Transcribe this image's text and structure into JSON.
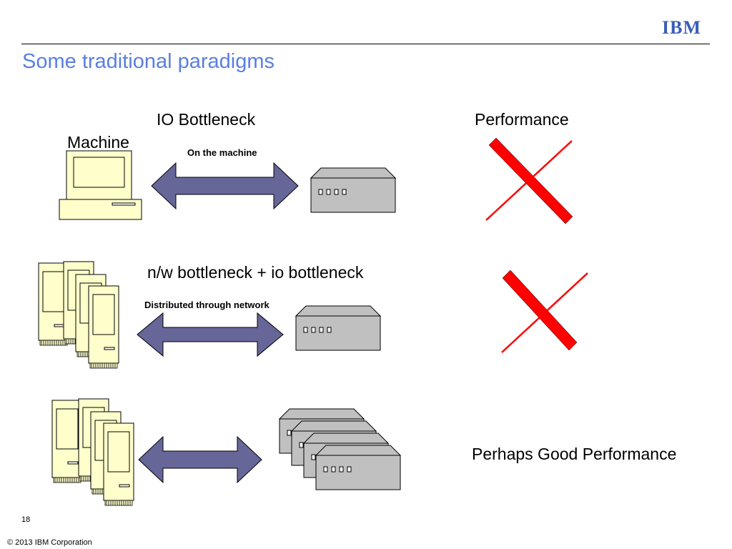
{
  "header": {
    "logo_text": "IBM",
    "title": "Some traditional paradigms"
  },
  "labels": {
    "io_bottleneck": "IO Bottleneck",
    "performance": "Performance",
    "machine": "Machine",
    "on_the_machine": "On the machine",
    "nw_io_bottleneck": "n/w bottleneck + io bottleneck",
    "distributed_through_network": "Distributed through network",
    "perhaps_good_performance": "Perhaps Good Performance"
  },
  "footer": {
    "page_number": "18",
    "copyright": "© 2013 IBM Corporation"
  },
  "colors": {
    "accent_title": "#5b7fe0",
    "ibm_logo": "#3a5db5",
    "arrow_fill": "#666699",
    "cross_fill": "#ff0000",
    "computer_fill": "#ffffcc",
    "storage_fill": "#c0c0c0"
  }
}
